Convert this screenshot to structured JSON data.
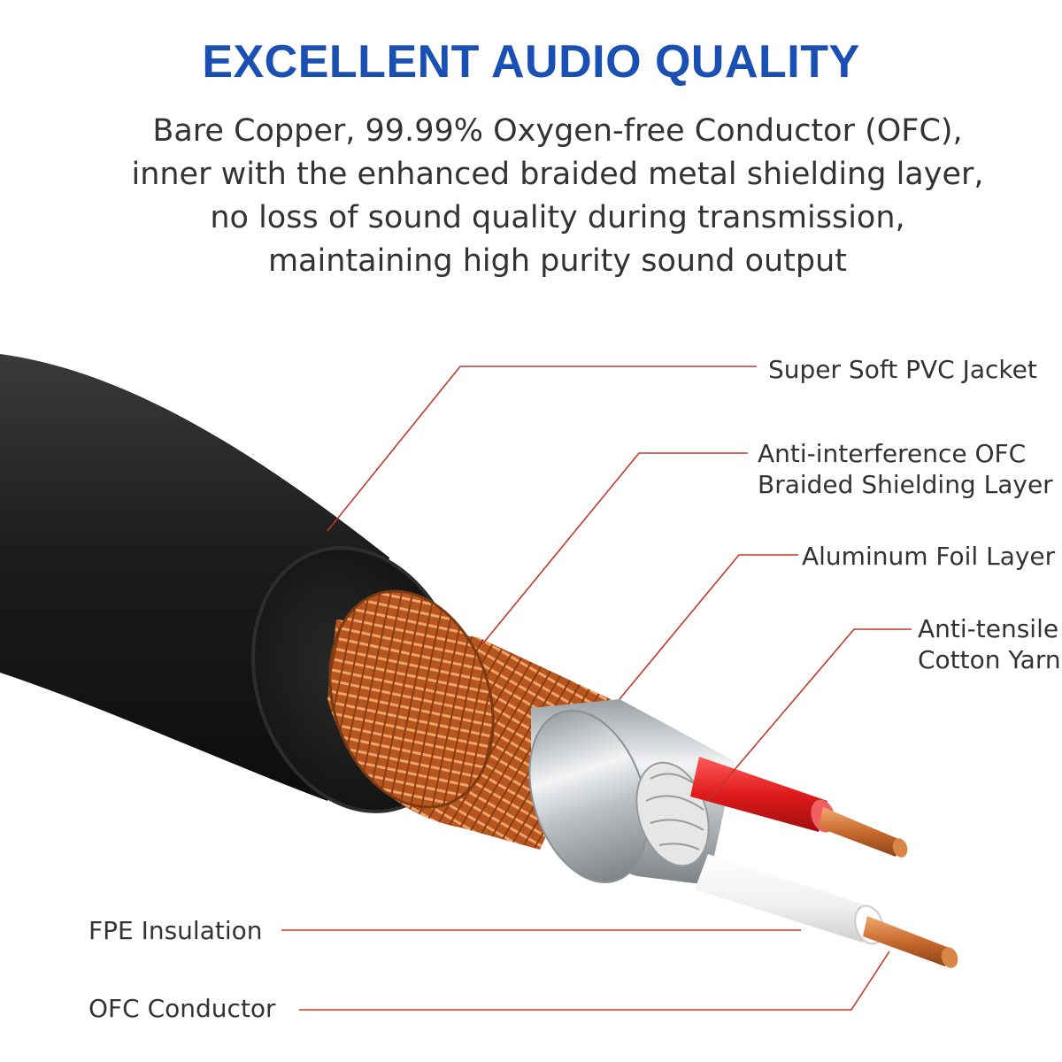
{
  "header": {
    "title": "EXCELLENT AUDIO QUALITY",
    "lines": [
      "Bare Copper, 99.99% Oxygen-free Conductor (OFC),",
      "inner with the enhanced braided metal shielding layer,",
      "no loss of sound quality during transmission,",
      "maintaining high purity sound output"
    ]
  },
  "labels": {
    "jacket": "Super Soft PVC Jacket",
    "braid_1": "Anti-interference OFC",
    "braid_2": "Braided Shielding Layer",
    "foil": "Aluminum Foil Layer",
    "yarn_1": "Anti-tensile",
    "yarn_2": "Cotton Yarn",
    "fpe": "FPE Insulation",
    "conductor": "OFC Conductor"
  },
  "colors": {
    "title": "#1a4fb3",
    "leader_line": "#c0392b",
    "jacket": "#1c1c1c",
    "braid": "#c8652a",
    "foil": "#cfd3d6",
    "insulation_red": "#e01b1b",
    "insulation_white": "#f4f4f4",
    "copper": "#d07a3c"
  }
}
